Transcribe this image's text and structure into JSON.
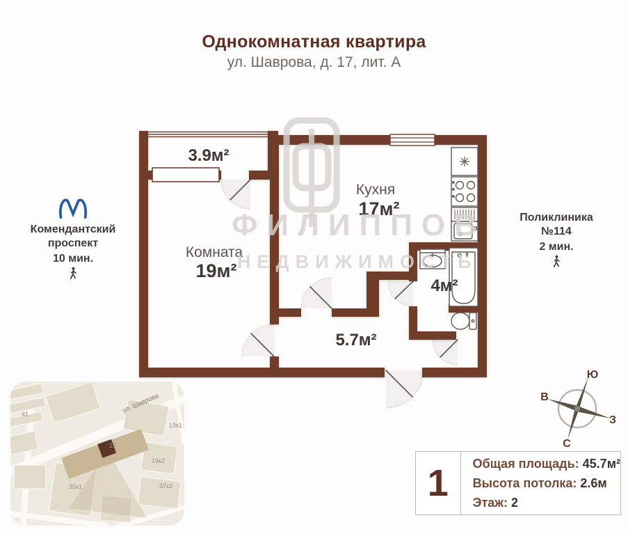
{
  "theme": {
    "wall": "#713d2b",
    "title": "#5e2f21",
    "subtitle": "#75645b",
    "textdark": "#42393f",
    "blue": "#2c5aa0",
    "labelbold": "#3e3833",
    "labelreg": "#5b534d",
    "infolabel": "#744a36",
    "infovalue": "#3a322b",
    "num": "#5f3123",
    "wm": "#d5d3d0"
  },
  "header": {
    "title": "Однокомнатная квартира",
    "subtitle": "ул. Шаврова, д. 17, лит. А"
  },
  "landmarks": {
    "metro": {
      "name_line1": "Комендантский",
      "name_line2": "проспект",
      "time": "10 мин."
    },
    "clinic": {
      "name_line1": "Поликлиника",
      "name_line2": "№114",
      "time": "2 мин."
    }
  },
  "plan": {
    "rooms": {
      "balcony": {
        "area": "3.9м²"
      },
      "room": {
        "name": "Комната",
        "area": "19м²"
      },
      "kitchen": {
        "name": "Кухня",
        "area": "17м²"
      },
      "bathroom": {
        "area": "4м²"
      },
      "hallway": {
        "area": "5.7м²"
      }
    }
  },
  "watermark": {
    "line1": "ФИЛИППОВ",
    "line2": "НЕДВИЖИМОСТЬ"
  },
  "map": {
    "street_label": "ул. Шаврова",
    "building_labels": [
      "41",
      "19к1",
      "19к2",
      "35к1",
      "37к3",
      "17"
    ]
  },
  "compass": {
    "north": "С",
    "south": "Ю",
    "east": "В",
    "west": "З"
  },
  "info": {
    "number": "1",
    "rows": [
      {
        "label": "Общая площадь: ",
        "value": "45.7м²"
      },
      {
        "label": "Высота потолка: ",
        "value": "2.6м"
      },
      {
        "label": "Этаж: ",
        "value": "2"
      }
    ]
  }
}
